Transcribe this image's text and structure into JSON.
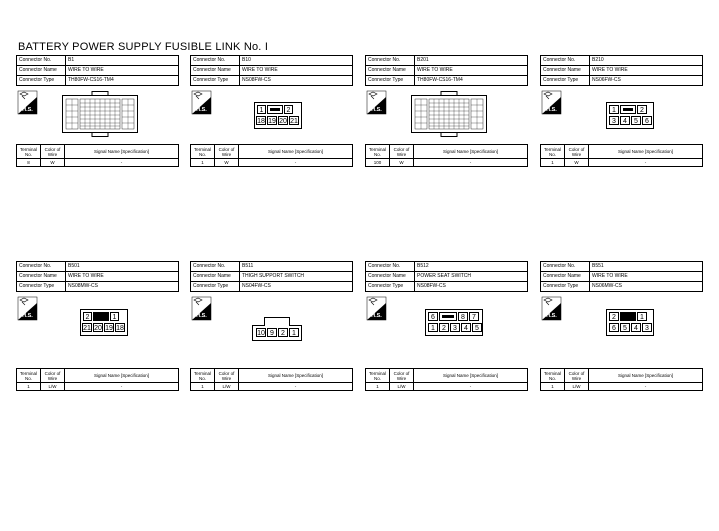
{
  "title": "BATTERY POWER SUPPLY FUSIBLE LINK No. I",
  "labels": {
    "connector_no": "Connector No.",
    "connector_name": "Connector Name",
    "connector_type": "Connector Type",
    "hs": "H.S.",
    "terminal_no": "Terminal No.",
    "color_of_wire": "Color of Wire",
    "signal_name": "Signal Name [Specification]"
  },
  "connectors": [
    {
      "no": "B1",
      "name": "WIRE TO WIRE",
      "type": "TH80FW-CS16-TM4",
      "terminal": "8",
      "color": "W",
      "signal": "-"
    },
    {
      "no": "B10",
      "name": "WIRE TO WIRE",
      "type": "NS08FW-CS",
      "terminal": "1",
      "color": "W",
      "signal": "-",
      "pins_top": [
        "1",
        "2"
      ],
      "pins_bottom": [
        "18",
        "19",
        "20",
        "21"
      ]
    },
    {
      "no": "B201",
      "name": "WIRE TO WIRE",
      "type": "TH80FW-CS16-TM4",
      "terminal": "100",
      "color": "W",
      "signal": "-"
    },
    {
      "no": "B210",
      "name": "WIRE TO WIRE",
      "type": "NS06FW-CS",
      "terminal": "1",
      "color": "W",
      "signal": "-",
      "pins_top": [
        "1",
        "2"
      ],
      "pins_bottom": [
        "3",
        "4",
        "5",
        "6"
      ]
    },
    {
      "no": "B501",
      "name": "WIRE TO WIRE",
      "type": "NS08MW-CS",
      "terminal": "1",
      "color": "L/W",
      "signal": "-",
      "pins_top": [
        "2",
        "1"
      ],
      "pins_bottom": [
        "21",
        "20",
        "19",
        "18"
      ]
    },
    {
      "no": "B511",
      "name": "THIGH SUPPORT SWITCH",
      "type": "NS04FW-CS",
      "terminal": "1",
      "color": "L/W",
      "signal": "-",
      "pins_bottom": [
        "10",
        "9",
        "2",
        "1"
      ]
    },
    {
      "no": "B512",
      "name": "POWER SEAT SWITCH",
      "type": "NS08FW-CS",
      "terminal": "1",
      "color": "L/W",
      "signal": "-",
      "pins_top": [
        "6",
        "8",
        "7"
      ],
      "pins_bottom": [
        "1",
        "2",
        "3",
        "4",
        "5"
      ]
    },
    {
      "no": "B551",
      "name": "WIRE TO WIRE",
      "type": "NS06MW-CS",
      "terminal": "1",
      "color": "L/W",
      "signal": "-",
      "pins_top": [
        "2",
        "1"
      ],
      "pins_bottom": [
        "6",
        "5",
        "4",
        "3"
      ]
    }
  ]
}
